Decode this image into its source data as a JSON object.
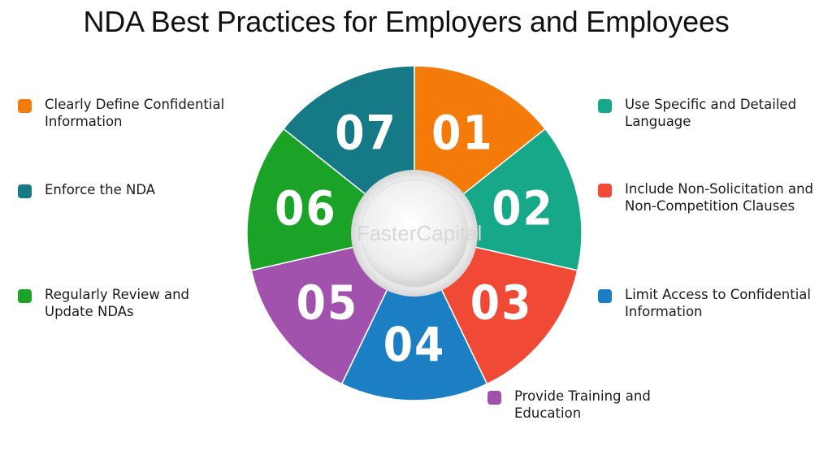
{
  "title": "NDA Best Practices for Employers and Employees",
  "watermark": "FasterCapital",
  "segments": [
    {
      "number": "01",
      "label": "Clearly Define Confidential Information",
      "color": "#f47a0a"
    },
    {
      "number": "02",
      "label": "Use Specific and Detailed Language",
      "color": "#17a88a"
    },
    {
      "number": "03",
      "label": "Include Non-Solicitation and Non-Competition Clauses",
      "color": "#f04a36"
    },
    {
      "number": "04",
      "label": "Limit Access to Confidential Information",
      "color": "#1c7fc4"
    },
    {
      "number": "05",
      "label": "Provide Training and Education",
      "color": "#a152ad"
    },
    {
      "number": "06",
      "label": "Regularly Review and Update NDAs",
      "color": "#1aa326"
    },
    {
      "number": "07",
      "label": "Enforce the NDA",
      "color": "#157a86"
    }
  ]
}
